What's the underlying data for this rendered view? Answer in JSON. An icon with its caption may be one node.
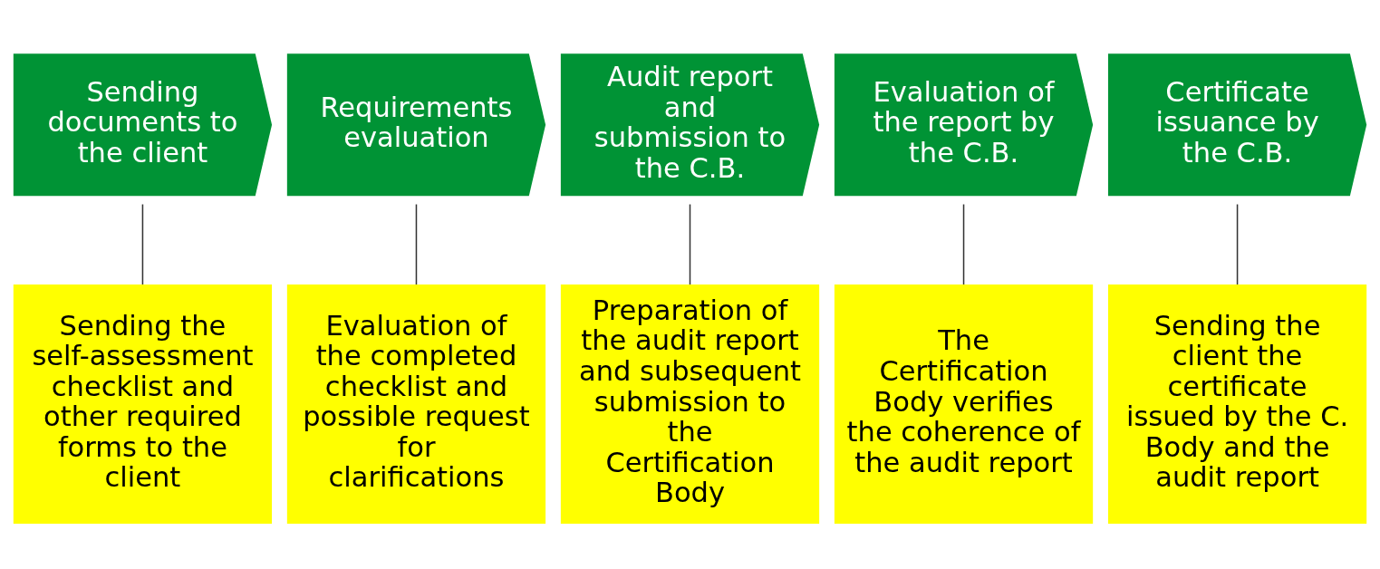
{
  "diagram": {
    "nodes": [
      {
        "text": [
          "Sending documents to the client"
        ]
      },
      {
        "text": [
          "Requirements evaluation"
        ]
      },
      {
        "text": [
          "Audit report and submission to the C.B."
        ]
      },
      {
        "text": [
          "Evaluation of the report by the C.B."
        ]
      },
      {
        "text": [
          "Certificate issuance by the C.B."
        ]
      },
      {
        "text": [
          "Sending the self-assessment checklist and other required forms to the client"
        ]
      },
      {
        "text": [
          "Evaluation of the completed checklist and possible request for clarifications"
        ]
      },
      {
        "text": [
          "Preparation of the audit report and subsequent submission to the Certification Body"
        ]
      },
      {
        "text": [
          "The Certification Body verifies the coherence of the audit report"
        ]
      },
      {
        "text": [
          "Sending the client the certificate issued by the C. Body and the audit report"
        ]
      }
    ],
    "edges": [
      {
        "from": 0,
        "to": 5,
        "arrow": "none"
      },
      {
        "from": 1,
        "to": 6,
        "arrow": "none"
      },
      {
        "from": 2,
        "to": 7,
        "arrow": "none"
      },
      {
        "from": 3,
        "to": 8,
        "arrow": "none"
      },
      {
        "from": 4,
        "to": 9,
        "arrow": "none"
      }
    ]
  }
}
